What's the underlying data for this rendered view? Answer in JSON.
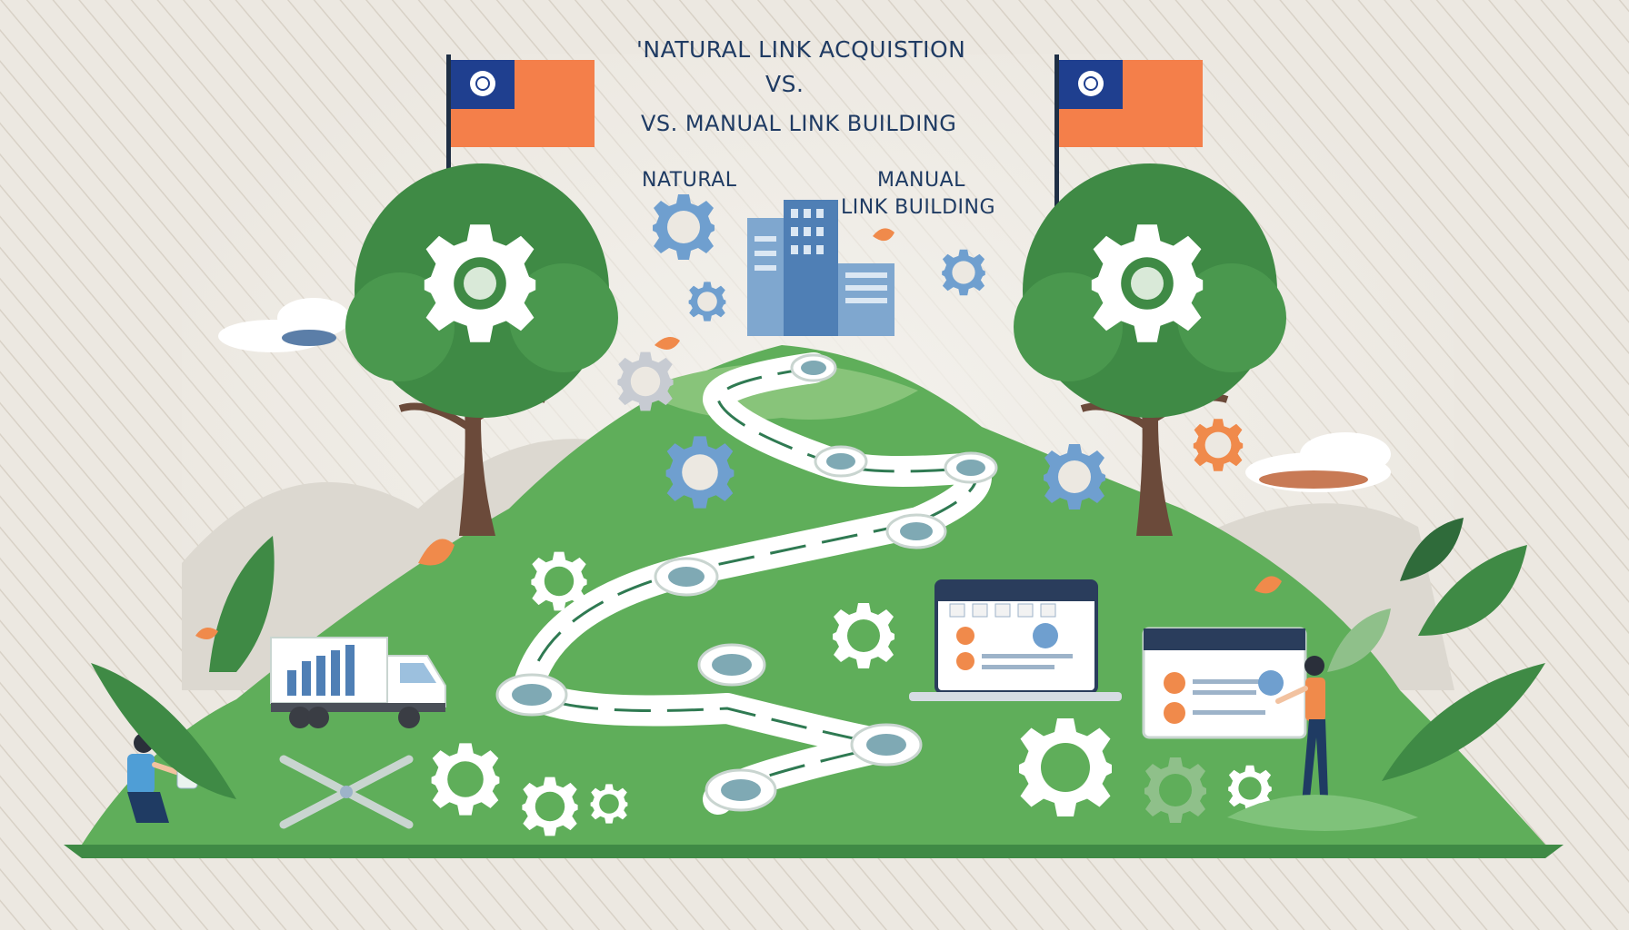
{
  "title": {
    "line1": "'NATURAL LINK ACQUISTION",
    "line2": "VS.",
    "line3": "VS. MANUAL  LINK BUILDING"
  },
  "labels": {
    "natural": "NATURAL",
    "manual_line1": "MANUAL",
    "manual_line2": "LINK BUILDING"
  },
  "colors": {
    "background": "#ece8e1",
    "hill_green": "#5fae5a",
    "tree_green": "#3f8a45",
    "flag_orange": "#f47f4a",
    "flag_blue": "#1f3f8f",
    "text_navy": "#1f3b63",
    "accent_orange": "#f08a4b"
  }
}
